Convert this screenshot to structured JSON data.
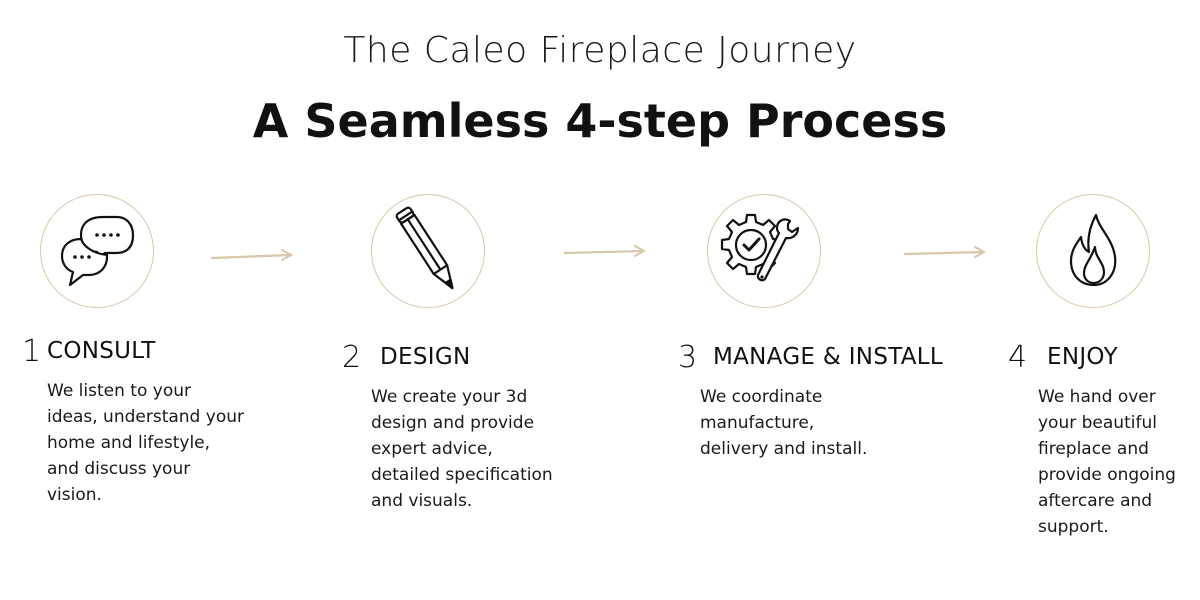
{
  "subtitle": "The Caleo Fireplace Journey",
  "headline": "A Seamless 4-step Process",
  "accent_color": "#d9c6a8",
  "steps": [
    {
      "number": "1",
      "title": "CONSULT",
      "icon": "speech-bubbles-icon",
      "description": "We listen to your ideas, understand your home and lifestyle, and discuss your vision."
    },
    {
      "number": "2",
      "title": "DESIGN",
      "icon": "pencil-icon",
      "description": "We create your 3d design and provide expert advice, detailed specification and visuals."
    },
    {
      "number": "3",
      "title": "MANAGE & INSTALL",
      "icon": "gear-wrench-icon",
      "description": "We coordinate manufacture, delivery and install."
    },
    {
      "number": "4",
      "title": "ENJOY",
      "icon": "flame-icon",
      "description": "We hand over your beautiful fireplace and provide ongoing aftercare and support."
    }
  ]
}
